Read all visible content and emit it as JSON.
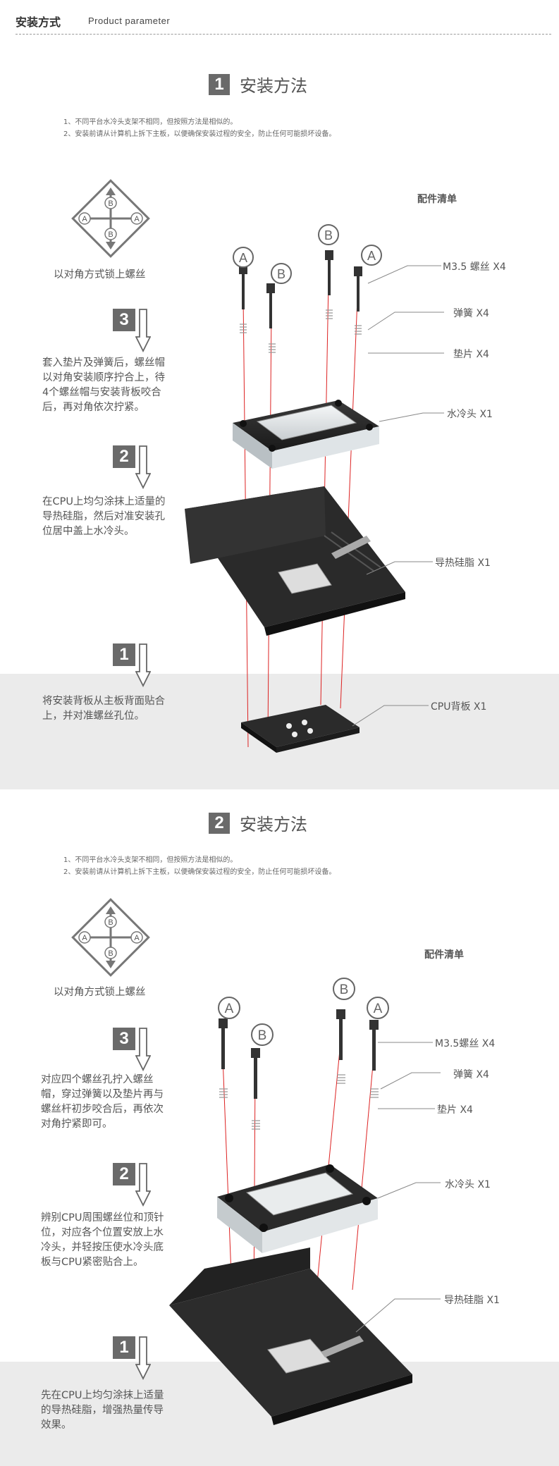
{
  "header": {
    "title": "安装方式",
    "subtitle": "Product parameter"
  },
  "sections": [
    {
      "number": "1",
      "title": "安装方法",
      "notes": [
        "1、不同平台水冷头支架不相同，但按照方法是相似的。",
        "2、安装前请从计算机上拆下主板，以便确保安装过程的安全，防止任何可能损坏设备。"
      ],
      "diamond_caption": "以对角方式锁上螺丝",
      "steps": [
        {
          "number": "3",
          "text": "套入垫片及弹簧后，螺丝帽以对角安装顺序拧合上，待4个螺丝帽与安装背板咬合后，再对角依次拧紧。"
        },
        {
          "number": "2",
          "text": "在CPU上均匀涂抹上适量的导热硅脂，然后对准安装孔位居中盖上水冷头。"
        },
        {
          "number": "1",
          "text": "将安装背板从主板背面贴合上，并对准螺丝孔位。"
        }
      ],
      "parts_title": "配件清单",
      "parts": [
        "M3.5 螺丝 X4",
        "弹簧 X4",
        "垫片 X4",
        "水冷头 X1",
        "导热硅脂 X1",
        "CPU背板 X1"
      ]
    },
    {
      "number": "2",
      "title": "安装方法",
      "notes": [
        "1、不同平台水冷头支架不相同，但按照方法是相似的。",
        "2、安装前请从计算机上拆下主板，以便确保安装过程的安全，防止任何可能损坏设备。"
      ],
      "diamond_caption": "以对角方式锁上螺丝",
      "steps": [
        {
          "number": "3",
          "text": "对应四个螺丝孔拧入螺丝帽，穿过弹簧以及垫片再与螺丝杆初步咬合后，再依次对角拧紧即可。"
        },
        {
          "number": "2",
          "text": "辨别CPU周围螺丝位和顶针位，对应各个位置安放上水冷头，并轻按压使水冷头底板与CPU紧密贴合上。"
        },
        {
          "number": "1",
          "text": "先在CPU上均匀涂抹上适量的导热硅脂，增强热量传导效果。"
        }
      ],
      "parts_title": "配件清单",
      "parts": [
        "M3.5螺丝 X4",
        "弹簧 X4",
        "垫片 X4",
        "水冷头 X1",
        "导热硅脂 X1"
      ]
    }
  ],
  "screw_letters": {
    "a": "A",
    "b": "B"
  }
}
